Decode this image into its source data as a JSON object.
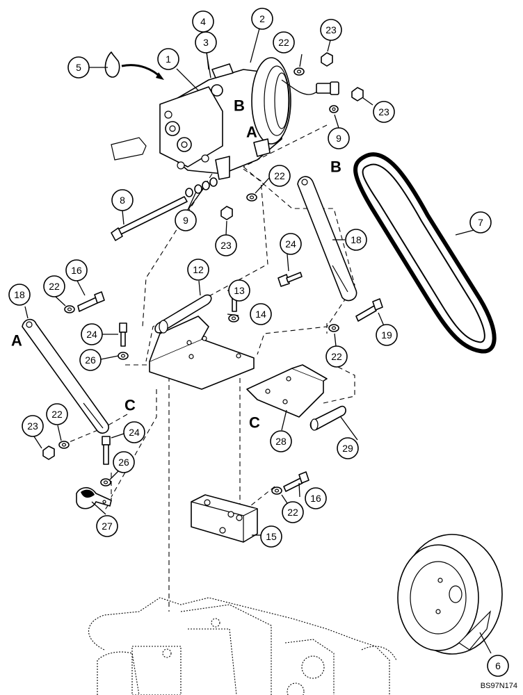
{
  "callouts": [
    "1",
    "2",
    "3",
    "4",
    "5",
    "6",
    "7",
    "8",
    "9",
    "9",
    "12",
    "13",
    "14",
    "15",
    "16",
    "16",
    "18",
    "18",
    "19",
    "22",
    "22",
    "22",
    "22",
    "22",
    "22",
    "23",
    "23",
    "23",
    "23",
    "24",
    "24",
    "24",
    "26",
    "26",
    "27",
    "28",
    "29"
  ],
  "letters": [
    "A",
    "B",
    "A",
    "B",
    "C",
    "C"
  ],
  "drawing_code": "BS97N174"
}
